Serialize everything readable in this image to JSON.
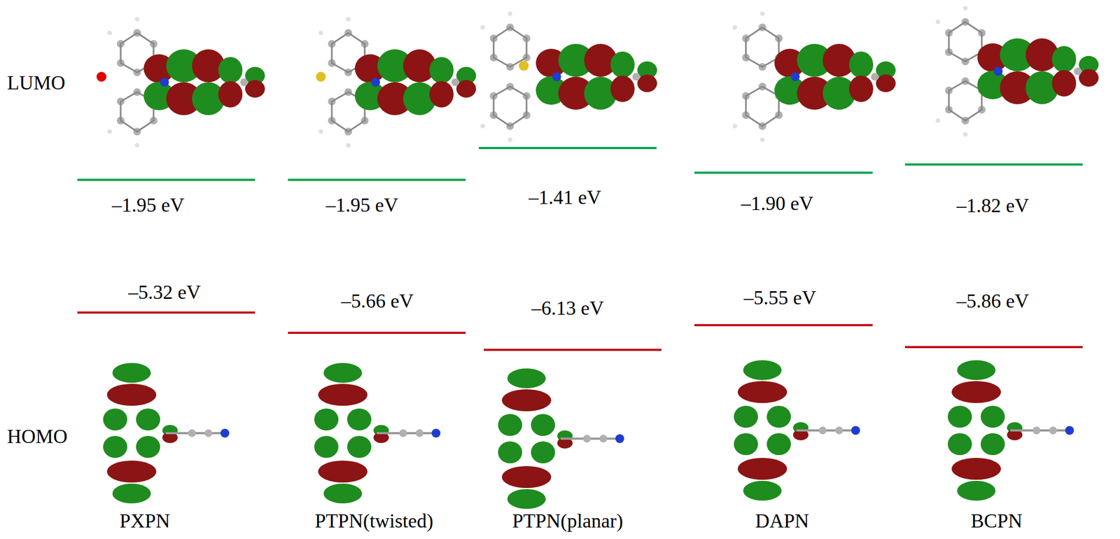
{
  "diagram": {
    "labels": [
      "LUMO",
      "–1.95 eV",
      "–1.95 eV",
      "–1.41 eV",
      "–1.90 eV",
      "–1.82 eV",
      "–5.32 eV",
      "–5.66 eV",
      "–6.13 eV",
      "–5.55 eV",
      "–5.86 eV",
      "HOMO",
      "PXPN",
      "PTPN(twisted)",
      "PTPN(planar)",
      "DAPN",
      "BCPN"
    ]
  }
}
